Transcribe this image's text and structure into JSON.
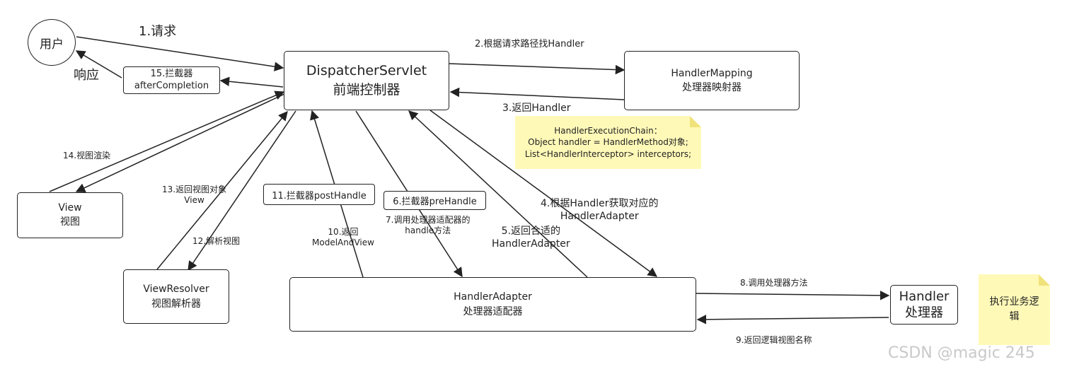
{
  "nodes": {
    "user": "用户",
    "response": "响应",
    "dispatcher": {
      "title": "DispatcherServlet",
      "subtitle": "前端控制器"
    },
    "handler_mapping": {
      "title": "HandlerMapping",
      "subtitle": "处理器映射器"
    },
    "view": {
      "title": "View",
      "subtitle": "视图"
    },
    "view_resolver": {
      "title": "ViewResolver",
      "subtitle": "视图解析器"
    },
    "handler_adapter": {
      "title": "HandlerAdapter",
      "subtitle": "处理器适配器"
    },
    "handler": {
      "title": "Handler",
      "subtitle": "处理器"
    },
    "interceptor_after": {
      "line1": "15.拦截器",
      "line2": "afterCompletion"
    },
    "interceptor_post": "11.拦截器postHandle",
    "interceptor_pre": "6.拦截器preHandle"
  },
  "edges": {
    "e1": "1.请求",
    "e2": "2.根据请求路径找Handler",
    "e3": "3.返回Handler",
    "e4": {
      "line1": "4.根据Handler获取对应的",
      "line2": "HandlerAdapter"
    },
    "e5": {
      "line1": "5.返回合适的",
      "line2": "HandlerAdapter"
    },
    "e7": {
      "line1": "7.调用处理器适配器的",
      "line2": "handle方法"
    },
    "e8": "8.调用处理器方法",
    "e9": "9.返回逻辑视图名称",
    "e10": {
      "line1": "10.返回",
      "line2": "ModelAndView"
    },
    "e12": "12.解析视图",
    "e13": {
      "line1": "13.返回视图对象",
      "line2": "View"
    },
    "e14": "14.视图渲染"
  },
  "notes": {
    "chain": {
      "line1": "HandlerExecutionChain：",
      "line2": "Object handler = HandlerMethod对象;",
      "line3": "List<HandlerInterceptor> interceptors;"
    },
    "logic": {
      "line1": "执行业务逻",
      "line2": "辑"
    }
  },
  "watermark": "CSDN @magic 245",
  "colors": {
    "note": "#fff9b8",
    "stroke": "#222222",
    "watermark": "#c9c9c9"
  }
}
